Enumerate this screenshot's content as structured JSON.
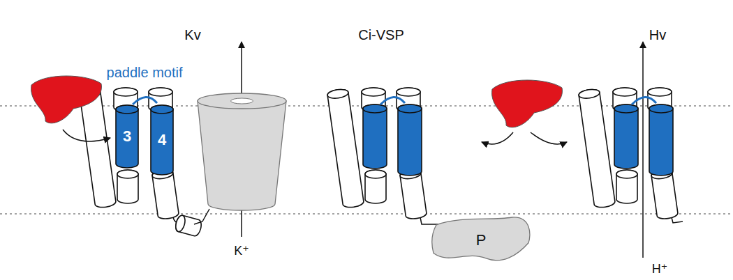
{
  "diagram": {
    "nodes": [
      {
        "text": [
          "3"
        ]
      },
      {
        "text": [
          "4"
        ]
      },
      {
        "text": [
          "P"
        ]
      }
    ],
    "labels": [
      "Kv",
      "Ci-VSP",
      "Hv",
      "paddle motif",
      "K⁺",
      "H⁺"
    ]
  }
}
